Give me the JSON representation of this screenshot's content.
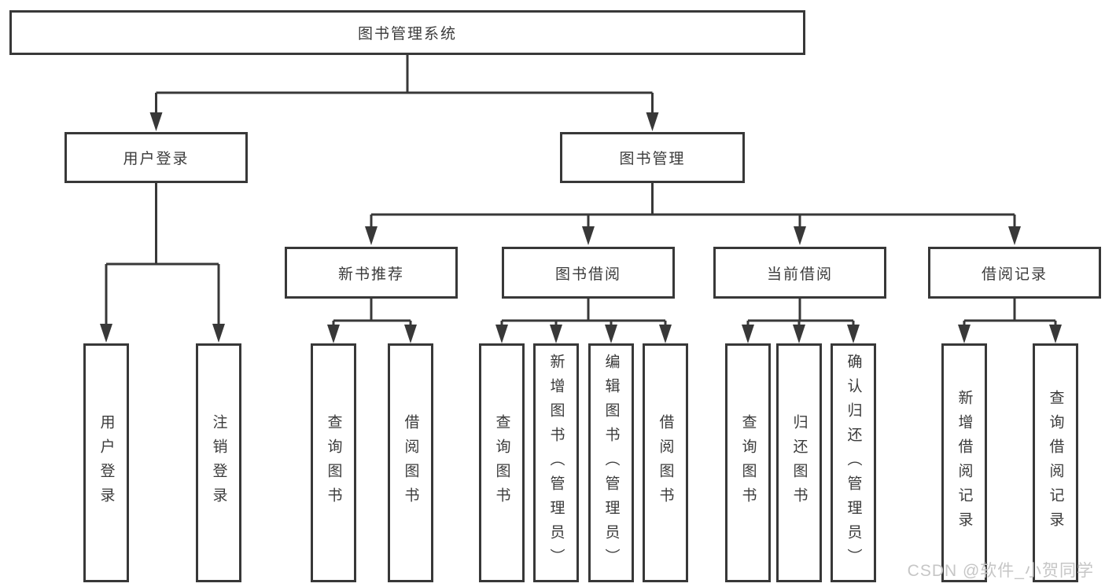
{
  "tree": {
    "label": "图书管理系统",
    "children": [
      {
        "label": "用户登录",
        "children": [
          {
            "label": "用户登录"
          },
          {
            "label": "注销登录"
          }
        ]
      },
      {
        "label": "图书管理",
        "children": [
          {
            "label": "新书推荐",
            "children": [
              {
                "label": "查询图书"
              },
              {
                "label": "借阅图书"
              }
            ]
          },
          {
            "label": "图书借阅",
            "children": [
              {
                "label": "查询图书"
              },
              {
                "label": "新增图书（管理员）"
              },
              {
                "label": "编辑图书（管理员）"
              },
              {
                "label": "借阅图书"
              }
            ]
          },
          {
            "label": "当前借阅",
            "children": [
              {
                "label": "查询图书"
              },
              {
                "label": "归还图书"
              },
              {
                "label": "确认归还（管理员）"
              }
            ]
          },
          {
            "label": "借阅记录",
            "children": [
              {
                "label": "新增借阅记录"
              },
              {
                "label": "查询借阅记录"
              }
            ]
          }
        ]
      }
    ]
  },
  "watermark": {
    "text": "CSDN @软件_小贺同学",
    "color": "#c6c6c6"
  },
  "colors": {
    "line": "#383838",
    "box_border": "#383838",
    "box_fill": "#ffffff",
    "text": "#3b3b3b",
    "background": "#ffffff"
  }
}
